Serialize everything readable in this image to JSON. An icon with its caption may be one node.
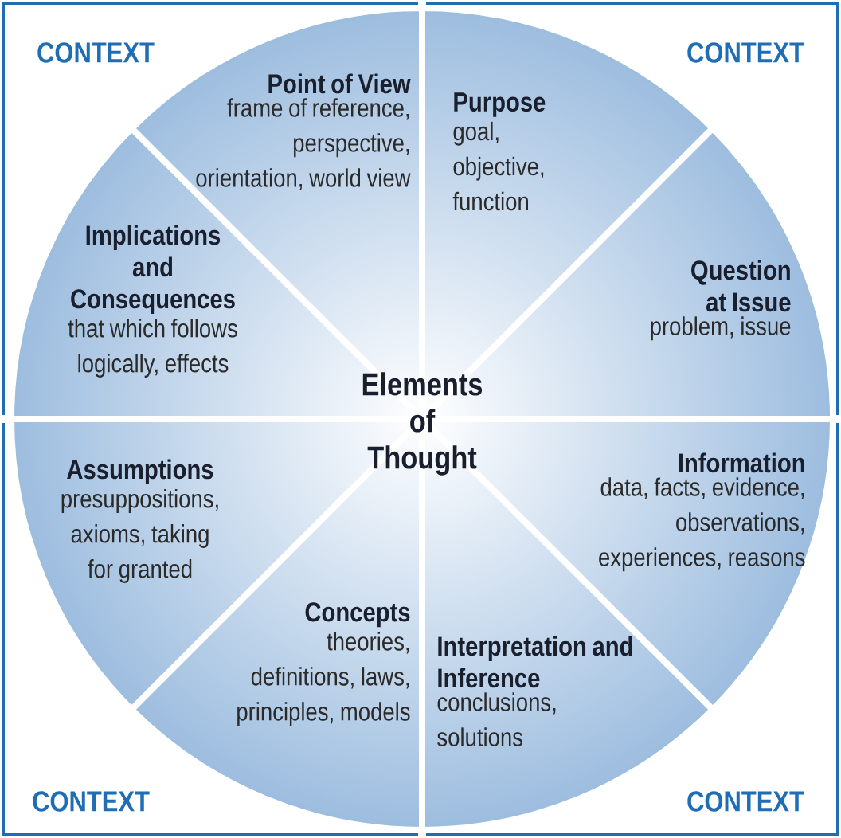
{
  "diagram": {
    "title": "Elements of Thought",
    "nodes": [
      {
        "text": [
          "Point of View",
          "frame of reference, perspective, orientation, world view"
        ]
      },
      {
        "text": [
          "Purpose",
          "goal, objective, function"
        ]
      },
      {
        "text": [
          "Implications and Consequences",
          "that which follows logically, effects"
        ]
      },
      {
        "text": [
          "Question at Issue",
          "problem, issue"
        ]
      },
      {
        "text": [
          "Assumptions",
          "presuppositions, axioms, taking for granted"
        ]
      },
      {
        "text": [
          "Information",
          "data, facts, evidence, observations, experiences, reasons"
        ]
      },
      {
        "text": [
          "Concepts",
          "theories, definitions, laws, principles, models"
        ]
      },
      {
        "text": [
          "Interpretation and Inference",
          "conclusions, solutions"
        ]
      }
    ],
    "labels": [
      "CONTEXT",
      "CONTEXT",
      "CONTEXT",
      "CONTEXT"
    ]
  }
}
